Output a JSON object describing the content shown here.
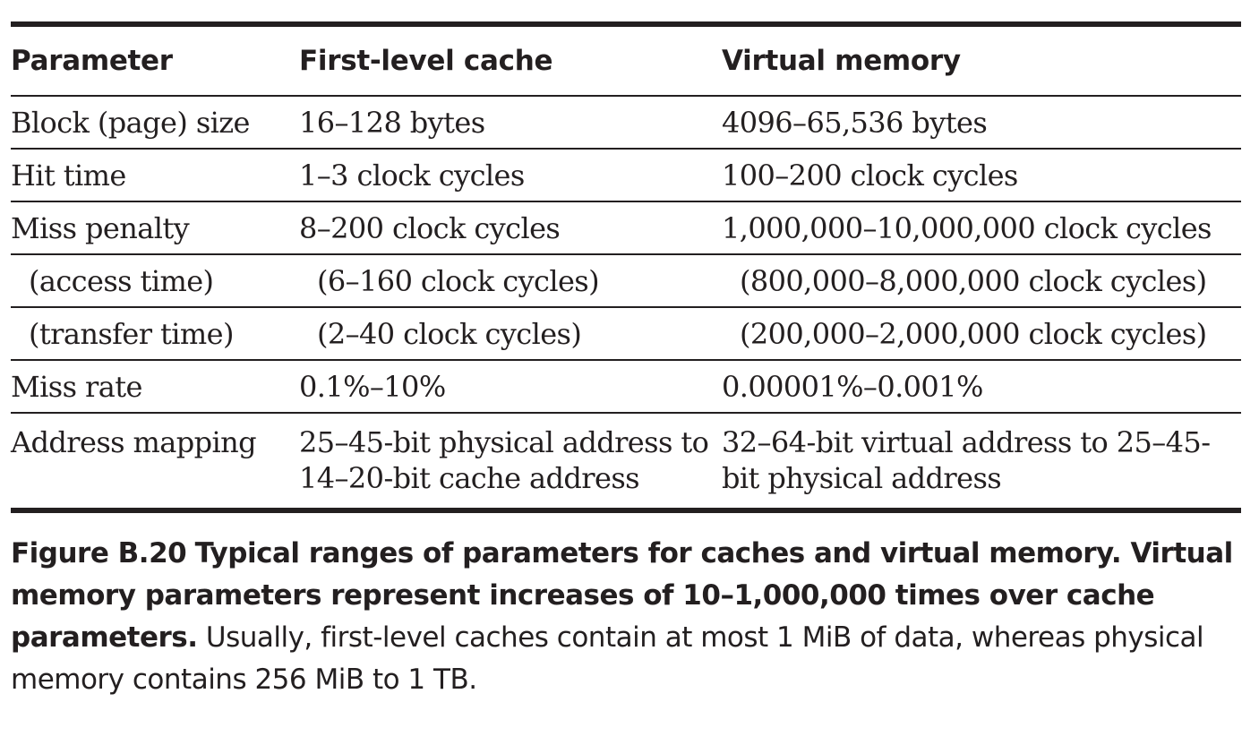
{
  "table": {
    "headers": [
      "Parameter",
      "First-level cache",
      "Virtual memory"
    ],
    "rows": [
      [
        "Block (page) size",
        "16–128 bytes",
        "4096–65,536 bytes"
      ],
      [
        "Hit time",
        "1–3 clock cycles",
        "100–200 clock cycles"
      ],
      [
        "Miss penalty",
        "8–200 clock cycles",
        "1,000,000–10,000,000 clock cycles"
      ],
      [
        "(access time)",
        "(6–160 clock cycles)",
        "(800,000–8,000,000 clock cycles)"
      ],
      [
        "(transfer time)",
        "(2–40 clock cycles)",
        "(200,000–2,000,000 clock cycles)"
      ],
      [
        "Miss rate",
        "0.1%–10%",
        "0.00001%–0.001%"
      ],
      [
        "Address mapping",
        "25–45-bit physical address to 14–20-bit cache address",
        "32–64-bit virtual address to 25–45-bit physical address"
      ]
    ]
  },
  "caption": {
    "label": "Figure B.20",
    "bold_text": "Typical ranges of parameters for caches and virtual memory. Virtual memory parameters represent increases of 10–1,000,000 times over cache parameters.",
    "body": "Usually, first-level caches contain at most 1 MiB of data, whereas physical memory contains 256 MiB to 1 TB."
  }
}
